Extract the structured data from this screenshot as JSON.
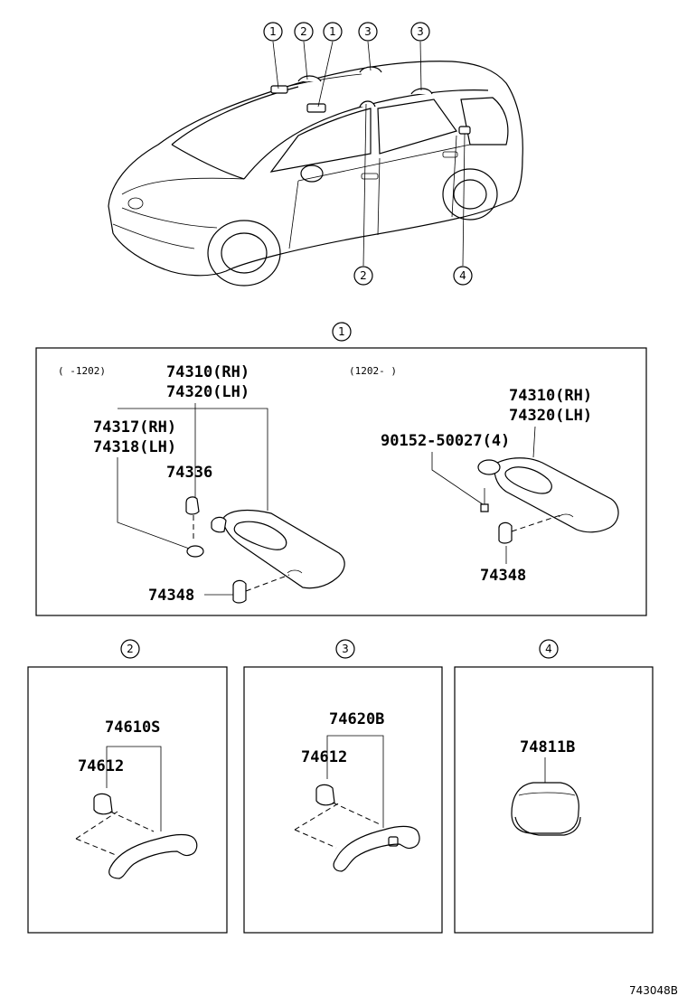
{
  "callouts": {
    "c1": "1",
    "c2": "2",
    "c3": "3",
    "c4": "4"
  },
  "panel1": {
    "left_range": "(    -1202)",
    "right_range": "(1202-    )",
    "left_visor_rh": "74310(RH)",
    "left_visor_lh": "74320(LH)",
    "holder_rh": "74317(RH)",
    "holder_lh": "74318(LH)",
    "clip": "74336",
    "left_hook": "74348",
    "right_visor_rh": "74310(RH)",
    "right_visor_lh": "74320(LH)",
    "screw": "90152-50027(4)",
    "right_hook": "74348"
  },
  "panel2": {
    "assembly": "74610S",
    "cover": "74612"
  },
  "panel3": {
    "assembly": "74620B",
    "cover": "74612"
  },
  "panel4": {
    "part": "74811B"
  },
  "figure_ref": "743048B"
}
